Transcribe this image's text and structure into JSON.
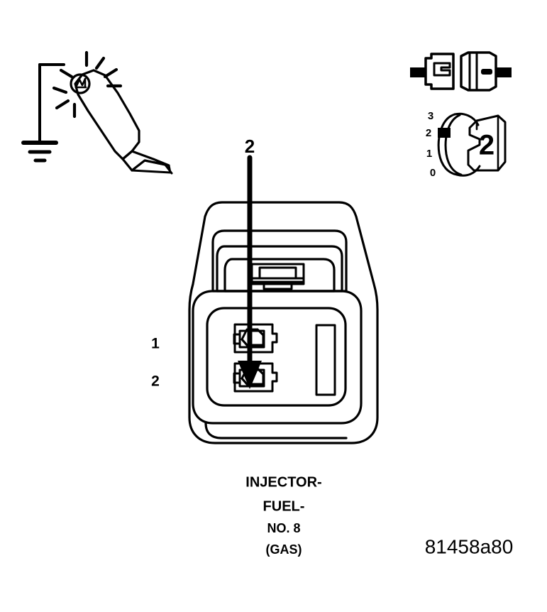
{
  "figure": {
    "title_lines": [
      "INJECTOR-",
      "FUEL-",
      "NO. 8",
      "(GAS)"
    ],
    "part_number": "81458a80",
    "probe_callout": "2",
    "cavity_callout": "2"
  },
  "connector": {
    "pin_labels": [
      {
        "id": "pin-1",
        "label": "1"
      },
      {
        "id": "pin-2",
        "label": "2"
      }
    ],
    "component_name": "two-way-sealed-connector"
  },
  "scale_indicator": {
    "ticks": [
      "3",
      "2",
      "1",
      "0"
    ],
    "selected_value": "2",
    "wedge_label": "2"
  },
  "tools": {
    "test_light": "test-light-probe",
    "ground": "chassis-ground-symbol",
    "connector_pair": "mating-connector-pair"
  },
  "colors": {
    "ink": "#000000",
    "paper": "#ffffff"
  }
}
